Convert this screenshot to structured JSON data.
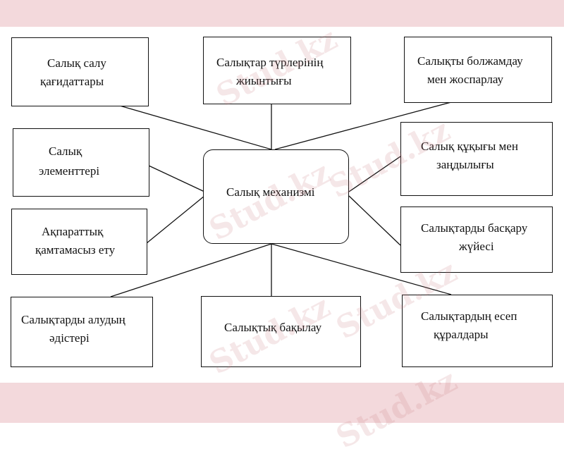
{
  "diagram": {
    "center": "Салық механизмі",
    "nodes": [
      {
        "id": "n1",
        "lines": [
          "Салық салу",
          "қағидаттары"
        ]
      },
      {
        "id": "n2",
        "lines": [
          "Салықтар түрлерінің",
          "жиынтығы"
        ]
      },
      {
        "id": "n3",
        "lines": [
          "Салықты болжамдау",
          "мен жоспарлау"
        ]
      },
      {
        "id": "n4",
        "lines": [
          "Салық",
          "элементтері"
        ]
      },
      {
        "id": "n5",
        "lines": [
          "Салық құқығы мен",
          "заңдылығы"
        ]
      },
      {
        "id": "n6",
        "lines": [
          "Ақпараттық",
          "қамтамасыз ету"
        ]
      },
      {
        "id": "n7",
        "lines": [
          "Салықтарды басқару",
          "жүйесі"
        ]
      },
      {
        "id": "n8",
        "lines": [
          "Салықтарды алудың",
          "әдістері"
        ]
      },
      {
        "id": "n9",
        "lines": [
          "Салықтық бақылау"
        ]
      },
      {
        "id": "n10",
        "lines": [
          "Салықтардың есеп",
          "құралдары"
        ]
      }
    ]
  },
  "watermark": "Stud.kz",
  "colors": {
    "band": "#f3d9dc",
    "border": "#111111"
  }
}
